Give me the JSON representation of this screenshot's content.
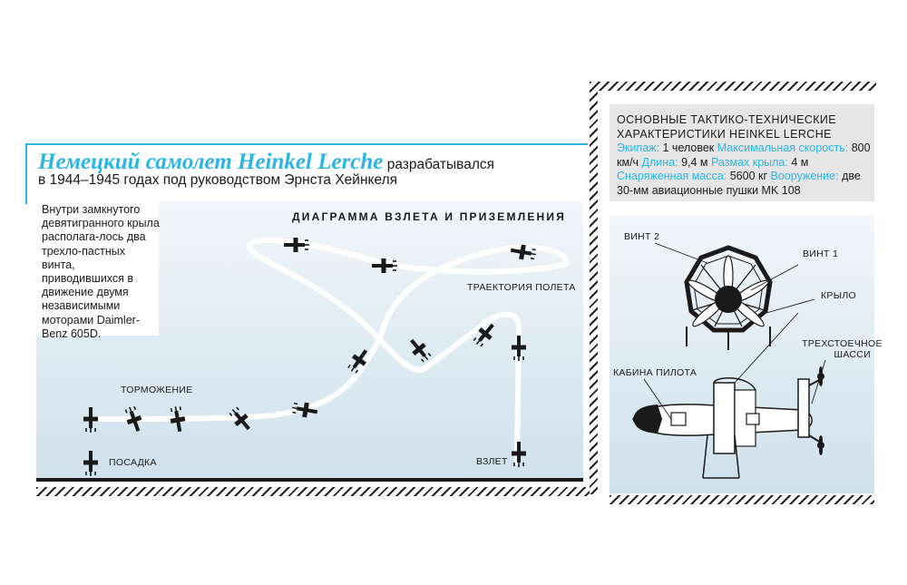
{
  "title": {
    "highlight": "Немецкий самолет Heinkel Lerche",
    "rest_line1": " разрабатывался",
    "rest_line2": "в 1944–1945 годах под руководством Эрнста Хейнкеля"
  },
  "description": "Внутри замкнутого девятигранного крыла располага-лось два трехло-пастных винта, приводившихся в движение двумя независимыми моторами Daimler-Benz 605D.",
  "diagram": {
    "title": "ДИАГРАММА ВЗЛЕТА И ПРИЗЕМЛЕНИЯ",
    "labels": {
      "trajectory": "ТРАЕКТОРИЯ ПОЛЕТА",
      "braking": "ТОРМОЖЕНИЕ",
      "landing": "ПОСАДКА",
      "takeoff": "ВЗЛЕТ"
    }
  },
  "specs": {
    "heading_line1": "ОСНОВНЫЕ ТАКТИКО-ТЕХНИЧЕСКИЕ",
    "heading_line2": "ХАРАКТЕРИСТИКИ HEINKEL LERCHE",
    "crew_label": "Экипаж:",
    "crew_value": " 1 человек ",
    "speed_label": "Максимальная скорость:",
    "speed_value": " 800 км/ч ",
    "length_label": "Длина:",
    "length_value": " 9,4 м ",
    "span_label": "Размах крыла:",
    "span_value": " 4 м ",
    "mass_label": "Снаряженная масса:",
    "mass_value": " 5600 кг ",
    "armament_label": "Вооружение:",
    "armament_value": " две 30-мм авиационные пушки MK 108"
  },
  "aircraft_parts": {
    "propeller2": "ВИНТ 2",
    "propeller1": "ВИНТ 1",
    "wing": "КРЫЛО",
    "landing_gear_line1": "ТРЕХСТОЕЧНОЕ",
    "landing_gear_line2": "ШАССИ",
    "cockpit": "КАБИНА ПИЛОТА"
  },
  "colors": {
    "accent": "#2ab6e4",
    "panel_light": "#f1f6fa",
    "panel_dark": "#cfe1ec"
  }
}
